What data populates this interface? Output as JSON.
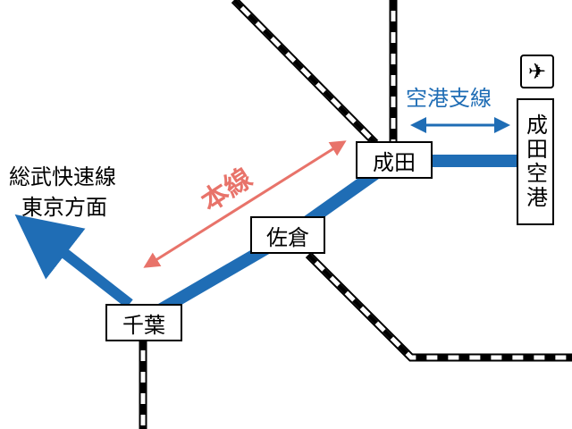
{
  "stations": {
    "narita": "成田",
    "sakura": "佐倉",
    "chiba": "千葉",
    "narita_airport": "成田空港"
  },
  "labels": {
    "main_line": "本線",
    "airport_branch": "空港支線",
    "sobu_line_1": "総武快速線",
    "sobu_line_2": "東京方面"
  },
  "icons": {
    "airport": "airplane-icon"
  },
  "colors": {
    "line": "#1f6db5",
    "main_arrow": "#e8736a",
    "track": "#000000"
  }
}
